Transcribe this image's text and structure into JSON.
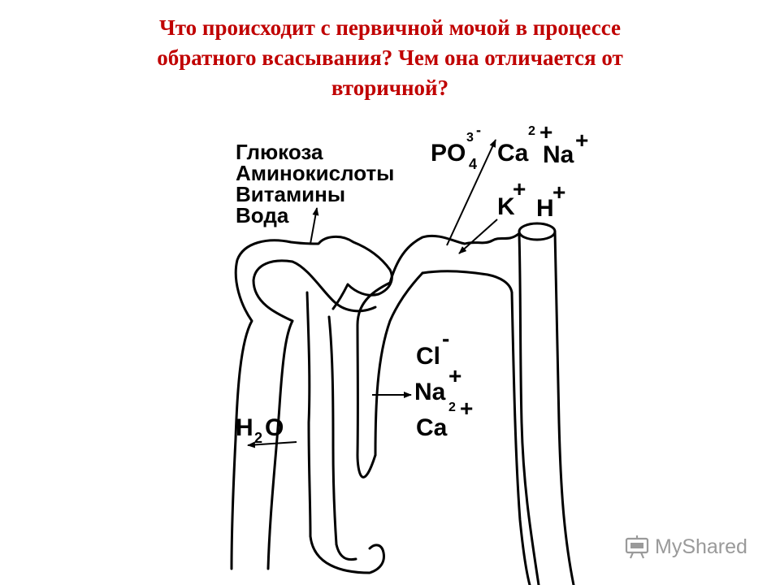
{
  "title": {
    "line1": "Что происходит с первичной мочой в процессе",
    "line2": "обратного всасывания? Чем она отличается от",
    "line3": "вторичной?"
  },
  "labels": {
    "reabsorbed": [
      "Глюкоза",
      "Аминокислоты",
      "Витамины",
      "Вода"
    ],
    "po4": "PO",
    "po4_sub": "4",
    "po4_sup": "3",
    "po4_charge": "-",
    "ca_top": "Ca",
    "ca_top_sup": "2",
    "ca_top_charge": "+",
    "na_top": "Na",
    "na_top_charge": "+",
    "k": "K",
    "k_charge": "+",
    "h": "H",
    "h_charge": "+",
    "cl": "Cl",
    "cl_charge": "-",
    "na_mid": "Na",
    "na_mid_charge": "+",
    "ca_mid": "Ca",
    "ca_mid_sup": "2",
    "ca_mid_charge": "+",
    "h2o_h": "H",
    "h2o_sub": "2",
    "h2o_o": "O"
  },
  "watermark": {
    "text": "MyShared",
    "icon": "presentation-board-icon"
  }
}
